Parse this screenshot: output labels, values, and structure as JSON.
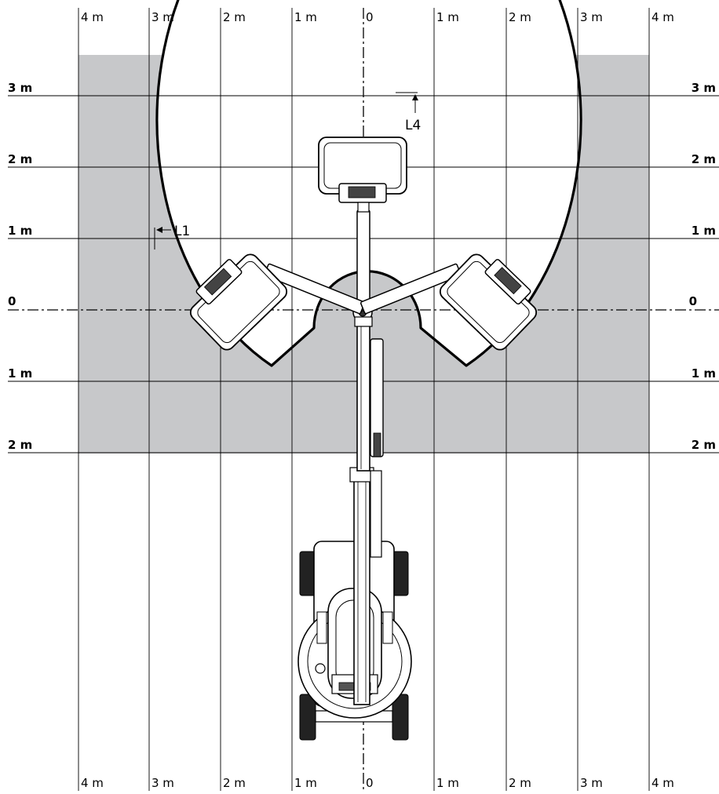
{
  "grid": {
    "top_labels": [
      "4 m",
      "3 m",
      "2 m",
      "1 m",
      "0",
      "1 m",
      "2 m",
      "3 m",
      "4 m"
    ],
    "bottom_labels": [
      "4 m",
      "3 m",
      "2 m",
      "1 m",
      "0",
      "1 m",
      "2 m",
      "3 m",
      "4 m"
    ],
    "row_labels": [
      "3 m",
      "2 m",
      "1 m",
      "0",
      "1 m",
      "2 m"
    ]
  },
  "callouts": {
    "l1": "L1",
    "l4": "L4"
  },
  "colors": {
    "shaded_area": "#c7c8ca",
    "envelope_fill": "#ffffff",
    "lines": "#000000"
  },
  "icons": {
    "machine": "boom-lift-top-view",
    "platform": "work-basket"
  }
}
